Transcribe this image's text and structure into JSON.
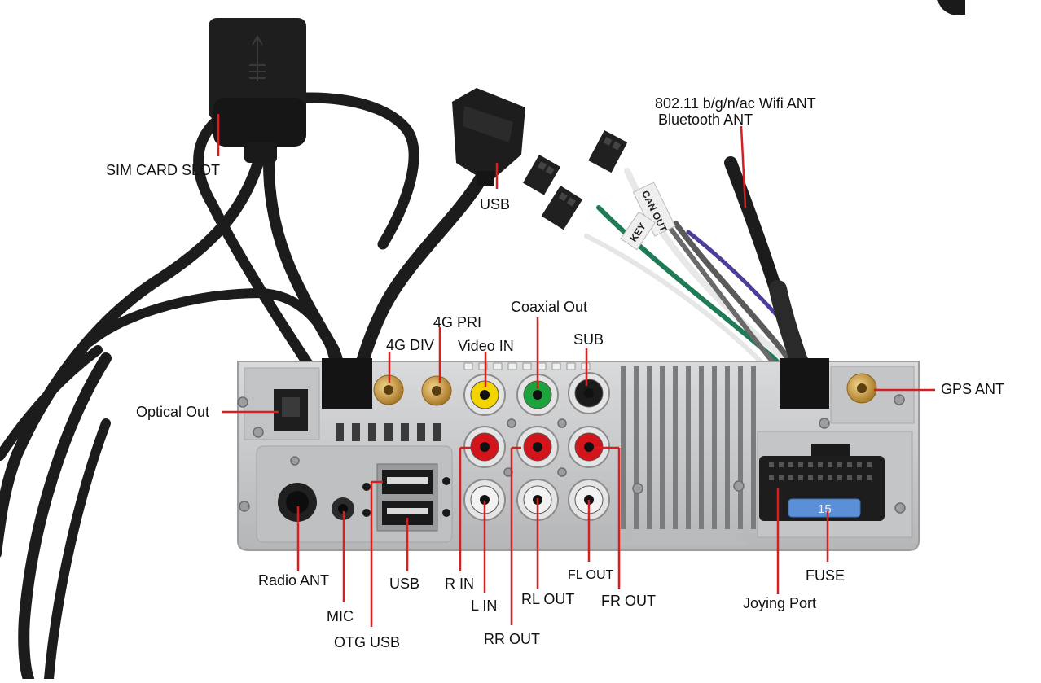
{
  "labels": {
    "sim_card_slot": "SIM CARD SLOT",
    "usb_top": "USB",
    "wifi_ant": "802.11 b/g/n/ac Wifi ANT",
    "bluetooth_ant": "Bluetooth ANT",
    "coaxial_out": "Coaxial Out",
    "four_g_pri": "4G PRI",
    "four_g_div": "4G DIV",
    "video_in": "Video IN",
    "sub": "SUB",
    "optical_out": "Optical Out",
    "gps_ant": "GPS ANT",
    "radio_ant": "Radio ANT",
    "mic": "MIC",
    "otg_usb": "OTG USB",
    "usb_bottom": "USB",
    "r_in": "R IN",
    "l_in": "L IN",
    "rr_out": "RR OUT",
    "rl_out": "RL OUT",
    "fl_out": "FL OUT",
    "fr_out": "FR OUT",
    "joying_port": "Joying Port",
    "fuse": "FUSE"
  },
  "device_text": {
    "fuse_rating": "15",
    "can_out_tag": "CAN OUT",
    "key_tag": "KEY"
  },
  "colors": {
    "label_line": "#d81e1e",
    "chassis": "#c9cacb",
    "cable": "#1a1a1a",
    "rca_red": "#d4141b",
    "rca_white": "#f2f2f2",
    "rca_yellow": "#f3d400",
    "rca_green": "#1ea23b",
    "rca_black": "#1b1b1b",
    "gold": "#c99a3a",
    "fuse_blue": "#5b8fd6"
  }
}
